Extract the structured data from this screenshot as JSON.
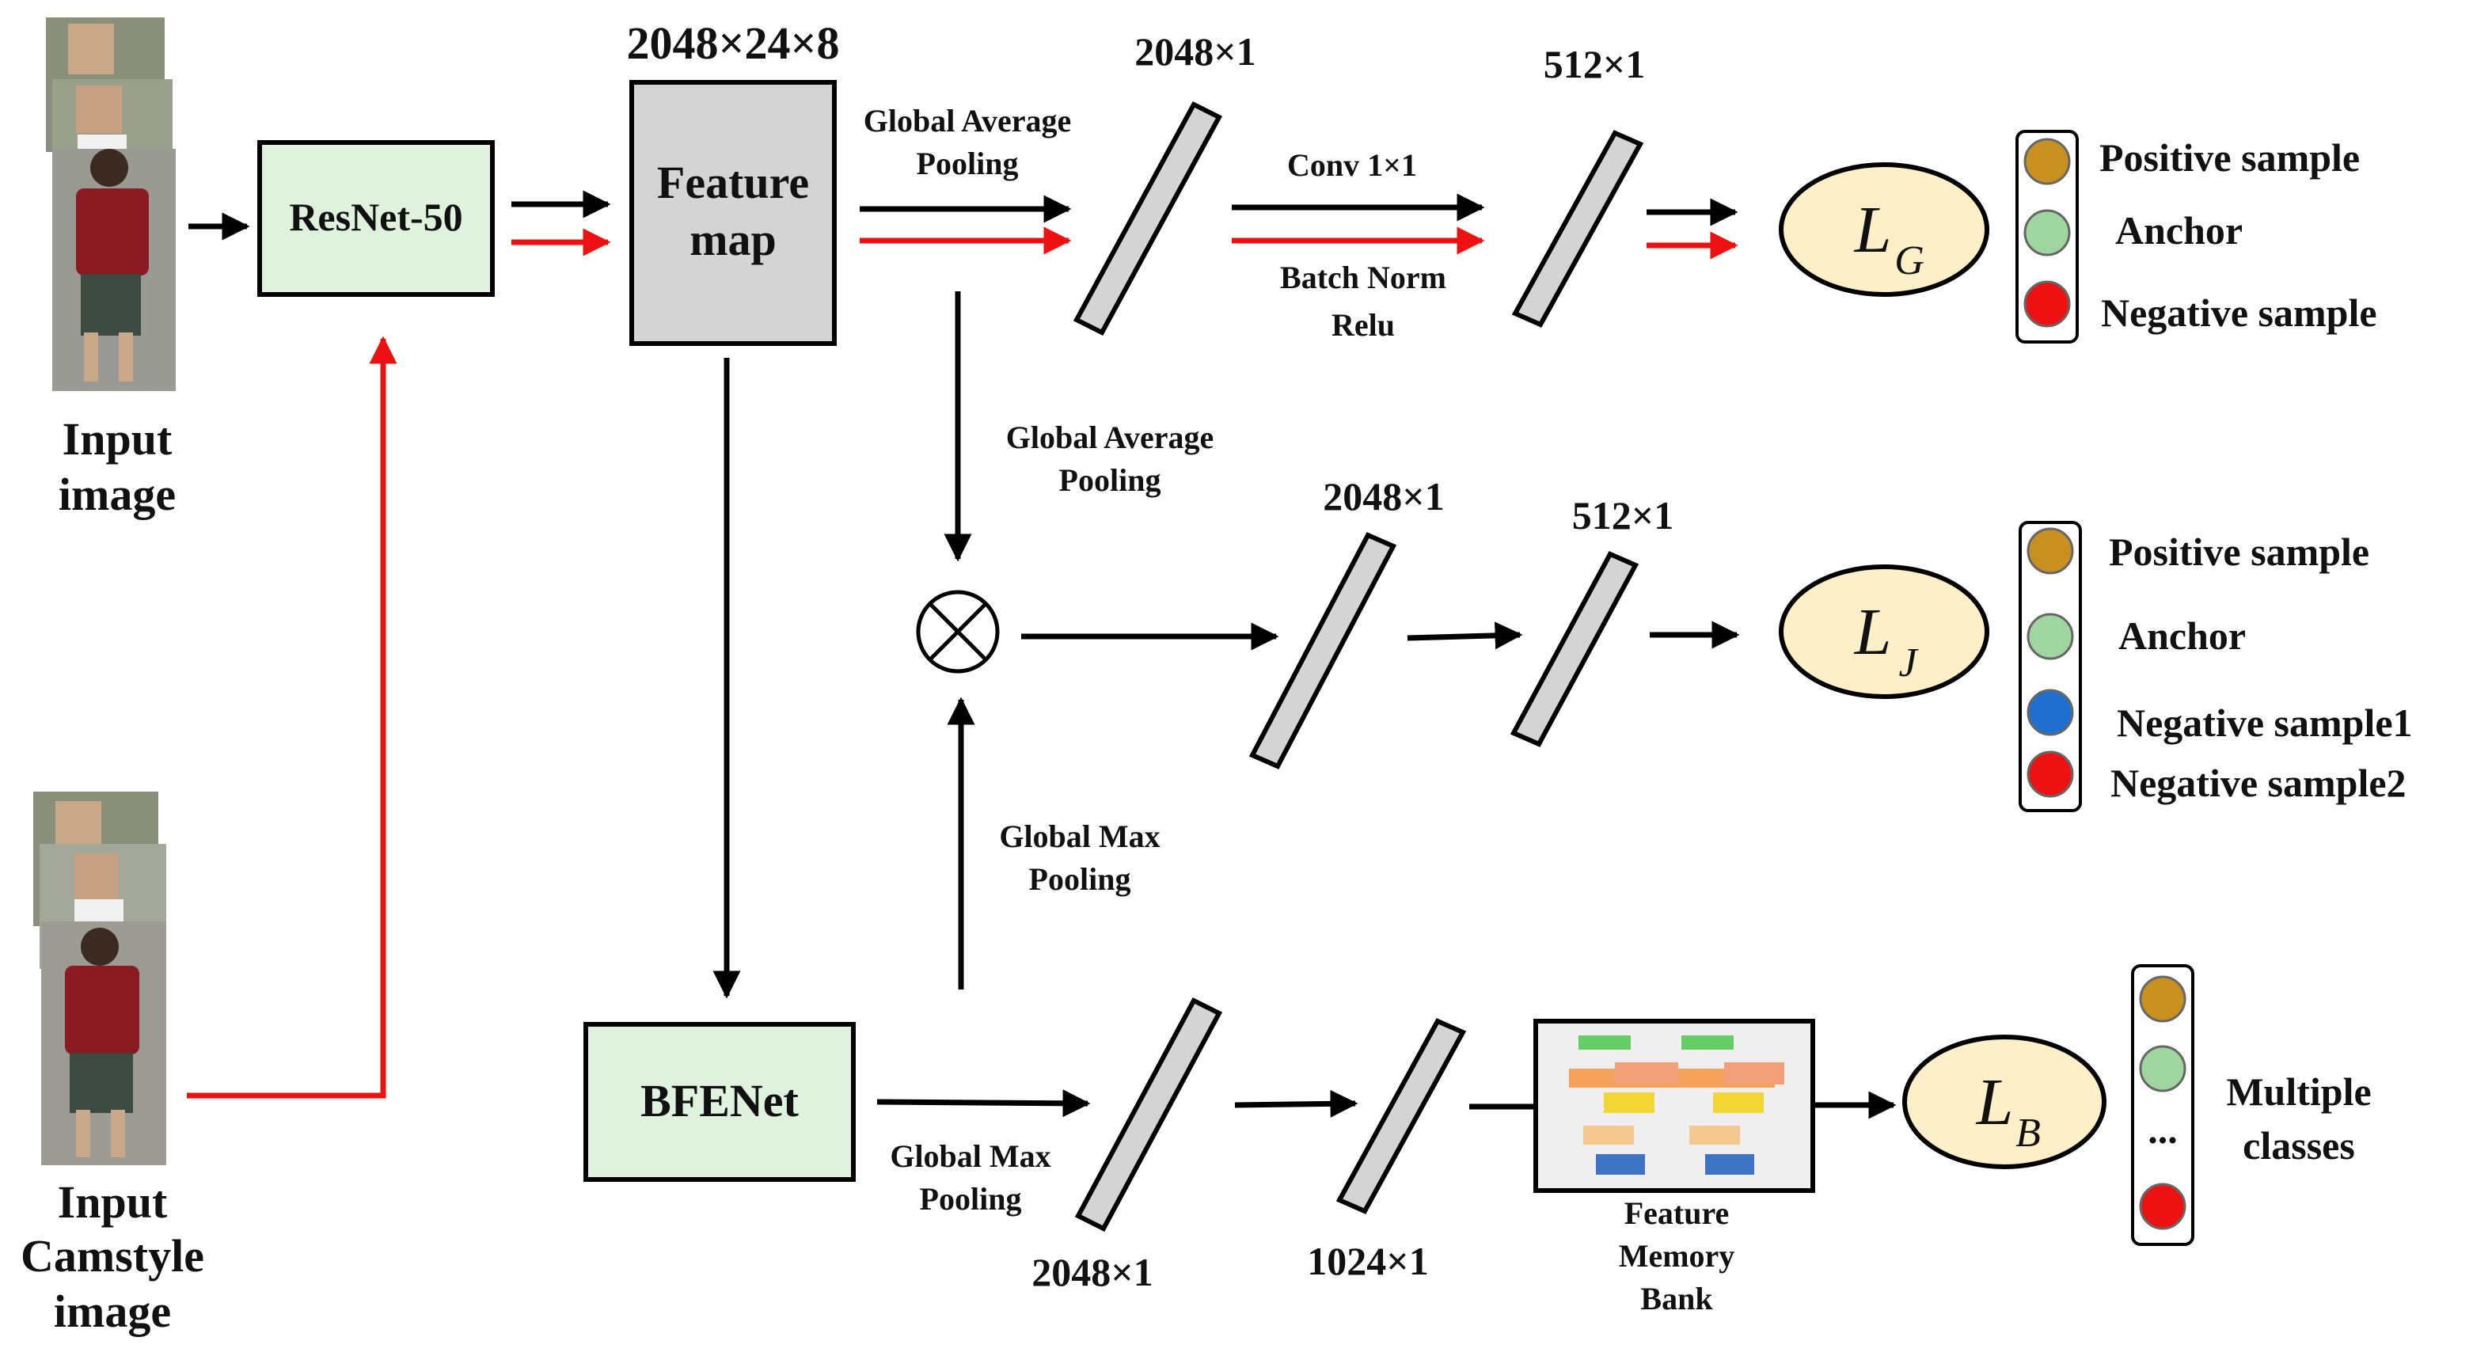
{
  "inputs": {
    "input_image": [
      "Input",
      "image"
    ],
    "camstyle_image": [
      "Input",
      "Camstyle",
      "image"
    ]
  },
  "blocks": {
    "resnet": "ResNet-50",
    "feature_map": [
      "Feature",
      "map"
    ],
    "bfenet": "BFENet",
    "memory_bank": [
      "Feature",
      "Memory",
      "Bank"
    ]
  },
  "dims": {
    "feature_map": "2048×24×8",
    "global_vec": "2048×1",
    "global_out": "512×1",
    "joint_vec": "2048×1",
    "joint_out": "512×1",
    "bfe_vec": "2048×1",
    "bfe_out": "1024×1"
  },
  "ops": {
    "gap_top": [
      "Global Average",
      "Pooling"
    ],
    "conv": "Conv 1×1",
    "bn_relu": [
      "Batch Norm",
      "Relu"
    ],
    "gap_mid": [
      "Global Average",
      "Pooling"
    ],
    "gmp_mid": [
      "Global Max",
      "Pooling"
    ],
    "gmp_bottom": [
      "Global Max",
      "Pooling"
    ]
  },
  "losses": {
    "global": {
      "main": "L",
      "sub": "G"
    },
    "joint": {
      "main": "L",
      "sub": "J"
    },
    "bfe": {
      "main": "L",
      "sub": "B"
    }
  },
  "legends": {
    "global": [
      "Positive sample",
      "Anchor",
      "Negative sample"
    ],
    "joint": [
      "Positive sample",
      "Anchor",
      "Negative sample1",
      "Negative sample2"
    ],
    "bfe": {
      "ellipsis": "...",
      "label": [
        "Multiple",
        "classes"
      ]
    }
  },
  "colors": {
    "positive": "#c8901e",
    "anchor": "#9fd69f",
    "negative": "#ee1111",
    "negative1": "#1f6fd1",
    "block_green": "#dff2dd",
    "block_gray": "#d4d4d4",
    "loss_fill": "#fdf0c8",
    "red_path": "#ee1111"
  }
}
